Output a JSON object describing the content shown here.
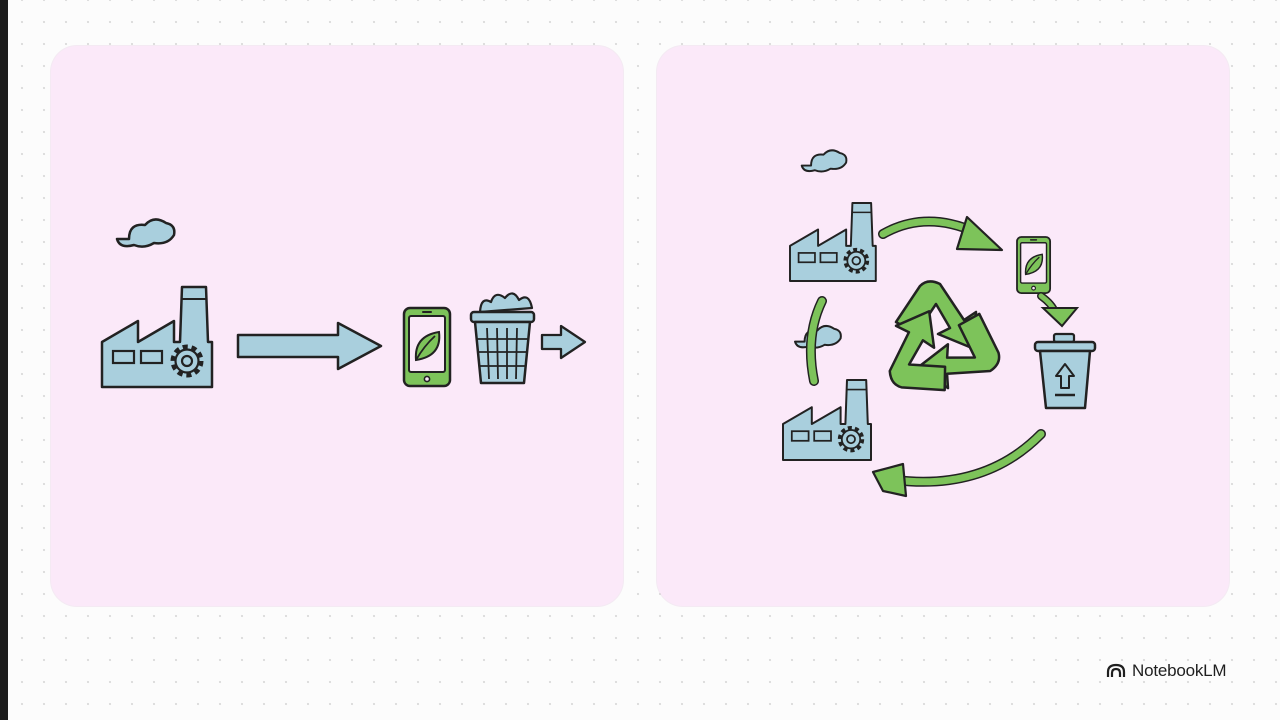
{
  "brand": {
    "label": "NotebookLM",
    "icon": "notebooklm-logo-icon"
  },
  "panels": [
    {
      "id": "linear-economy",
      "flow": [
        "factory-icon",
        "arrow-right-icon",
        "smartphone-leaf-icon",
        "overflowing-trash-icon",
        "arrow-right-icon"
      ]
    },
    {
      "id": "circular-economy",
      "flow": [
        "factory-icon",
        "arrow-icon",
        "smartphone-leaf-icon",
        "arrow-icon",
        "recycle-bin-icon",
        "arrow-icon",
        "factory-icon",
        "arrow-icon"
      ],
      "center": "recycle-symbol-icon"
    }
  ],
  "colors": {
    "panel_bg": "#fbe9f9",
    "industry_blue": "#a9cfdd",
    "recycle_green": "#7dc35a",
    "outline": "#222222"
  }
}
